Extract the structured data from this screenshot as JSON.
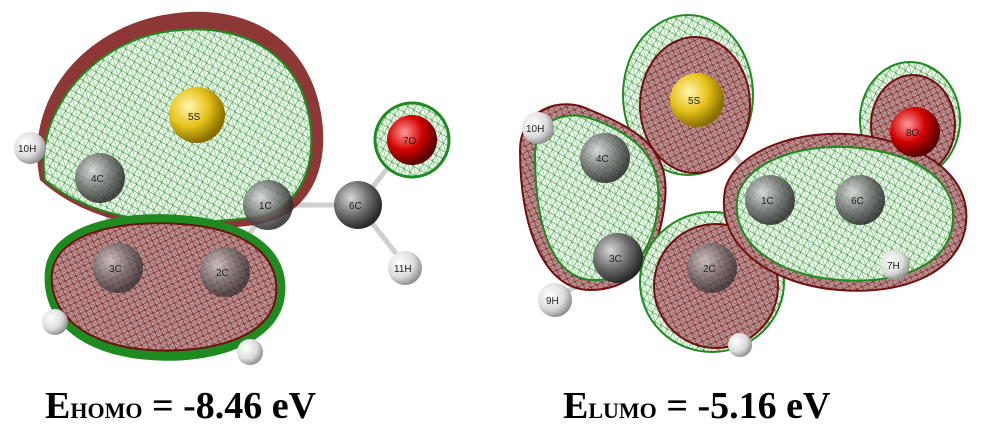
{
  "colors": {
    "positive_lobe": "#1f8a1f",
    "negative_lobe": "#7a1414",
    "sulfur": "#e6c21a",
    "oxygen": "#d40000",
    "carbon": "#6a6a6a",
    "hydrogen": "#e8e8e8"
  },
  "homo": {
    "atoms": [
      {
        "label": "10H",
        "element": "H"
      },
      {
        "label": "5S",
        "element": "S"
      },
      {
        "label": "7O",
        "element": "O"
      },
      {
        "label": "4C",
        "element": "C"
      },
      {
        "label": "1C",
        "element": "C"
      },
      {
        "label": "6C",
        "element": "C"
      },
      {
        "label": "11H",
        "element": "H"
      },
      {
        "label": "3C",
        "element": "C"
      },
      {
        "label": "2C",
        "element": "C"
      }
    ],
    "caption": {
      "E": "E",
      "sub": "HOMO",
      "rest": " = -8.46 eV"
    }
  },
  "lumo": {
    "atoms": [
      {
        "label": "10H",
        "element": "H"
      },
      {
        "label": "5S",
        "element": "S"
      },
      {
        "label": "8O",
        "element": "O"
      },
      {
        "label": "4C",
        "element": "C"
      },
      {
        "label": "1C",
        "element": "C"
      },
      {
        "label": "6C",
        "element": "C"
      },
      {
        "label": "3C",
        "element": "C"
      },
      {
        "label": "2C",
        "element": "C"
      },
      {
        "label": "9H",
        "element": "H"
      },
      {
        "label": "7H",
        "element": "H"
      }
    ],
    "caption": {
      "E": "E",
      "sub": "LUMO",
      "rest": " = -5.16 eV"
    }
  }
}
